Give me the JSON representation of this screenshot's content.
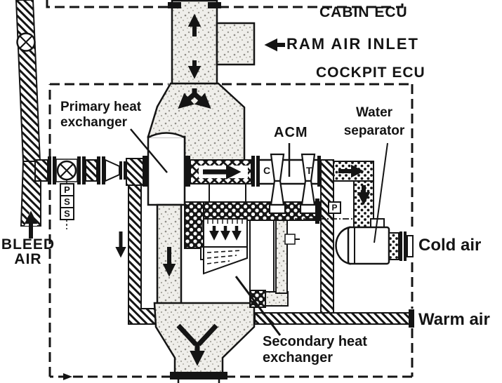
{
  "diagram": {
    "title": "Environmental control unit schematic",
    "labels": {
      "cabin_ecu": "CABIN ECU",
      "ram_air_inlet": "RAM AIR INLET",
      "cockpit_ecu": "COCKPIT ECU",
      "bleed_air": "BLEED\nAIR",
      "primary_hx": "Primary heat\nexchanger",
      "acm": "ACM",
      "water_separator": "Water\nseparator",
      "cold_air": "Cold air",
      "warm_air": "Warm air",
      "secondary_hx": "Secondary heat\nexchanger"
    },
    "component_letters": {
      "compressor": "C",
      "turbine": "T",
      "sensor_p": "P",
      "sensor_s1": "S",
      "sensor_s2": "S",
      "pressure_tap": "P"
    },
    "colors": {
      "ink": "#141414",
      "paper": "#ffffff",
      "stipple_dot": "#9a9892"
    }
  }
}
